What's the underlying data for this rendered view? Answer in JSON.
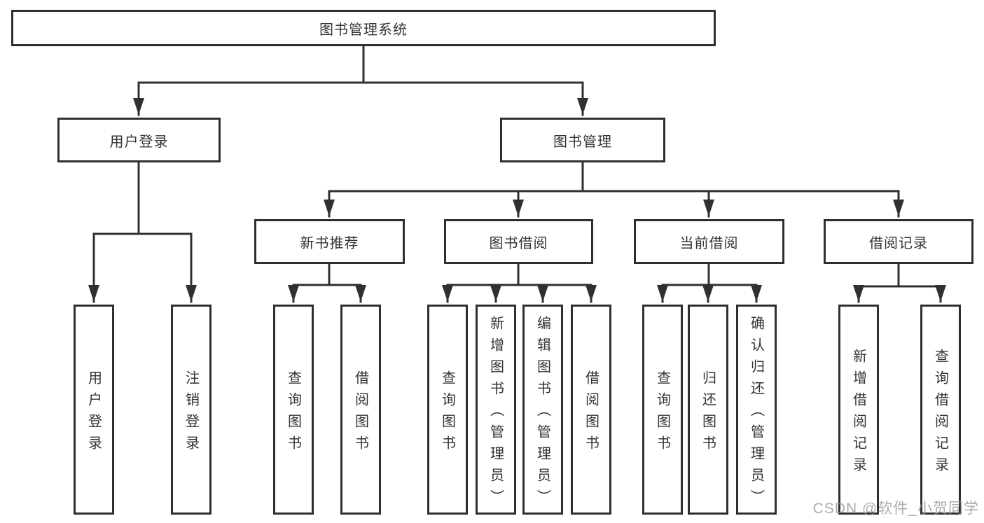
{
  "tree": {
    "label": "图书管理系统",
    "children": [
      {
        "label": "用户登录",
        "children": [
          {
            "label": "用户登录"
          },
          {
            "label": "注销登录"
          }
        ]
      },
      {
        "label": "图书管理",
        "children": [
          {
            "label": "新书推荐",
            "children": [
              {
                "label": "查询图书"
              },
              {
                "label": "借阅图书"
              }
            ]
          },
          {
            "label": "图书借阅",
            "children": [
              {
                "label": "查询图书"
              },
              {
                "label": "新增图书（管理员）"
              },
              {
                "label": "编辑图书（管理员）"
              },
              {
                "label": "借阅图书"
              }
            ]
          },
          {
            "label": "当前借阅",
            "children": [
              {
                "label": "查询图书"
              },
              {
                "label": "归还图书"
              },
              {
                "label": "确认归还（管理员）"
              }
            ]
          },
          {
            "label": "借阅记录",
            "children": [
              {
                "label": "新增借阅记录"
              },
              {
                "label": "查询借阅记录"
              }
            ]
          }
        ]
      }
    ]
  },
  "watermark": {
    "text": "CSDN @软件_小贺同学",
    "color": "#949494"
  },
  "colors": {
    "line": "#303030",
    "box_border": "#2f2f2f",
    "text": "#333333",
    "background": "#ffffff"
  }
}
